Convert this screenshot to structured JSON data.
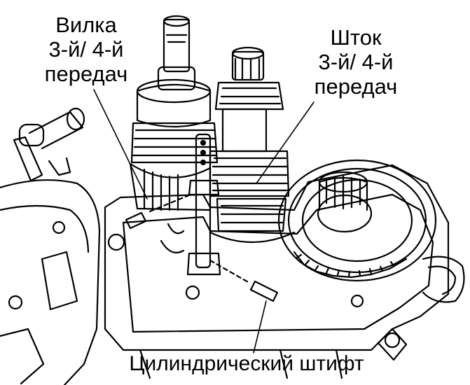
{
  "labels": {
    "fork": [
      "Вилка",
      "3-й/ 4-й",
      "передач"
    ],
    "rod": [
      "Шток",
      "3-й/ 4-й",
      "передач"
    ],
    "pin": "Цилиндрический штифт"
  },
  "colors": {
    "ink": "#000000",
    "paper": "#ffffff"
  }
}
